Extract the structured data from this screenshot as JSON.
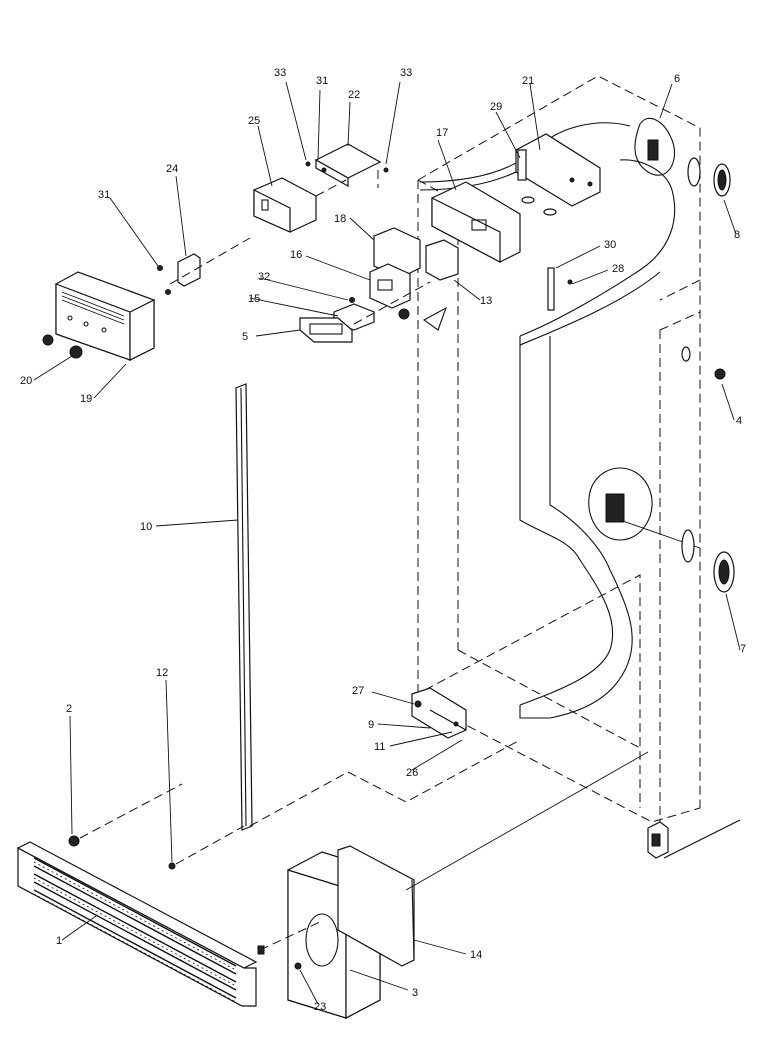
{
  "callouts": [
    {
      "id": "c1",
      "label": "1"
    },
    {
      "id": "c2",
      "label": "2"
    },
    {
      "id": "c3",
      "label": "3"
    },
    {
      "id": "c4",
      "label": "4"
    },
    {
      "id": "c5",
      "label": "5"
    },
    {
      "id": "c6",
      "label": "6"
    },
    {
      "id": "c7",
      "label": "7"
    },
    {
      "id": "c8",
      "label": "8"
    },
    {
      "id": "c9",
      "label": "9"
    },
    {
      "id": "c10",
      "label": "10"
    },
    {
      "id": "c11",
      "label": "11"
    },
    {
      "id": "c12",
      "label": "12"
    },
    {
      "id": "c13",
      "label": "13"
    },
    {
      "id": "c14",
      "label": "14"
    },
    {
      "id": "c15",
      "label": "15"
    },
    {
      "id": "c16",
      "label": "16"
    },
    {
      "id": "c17",
      "label": "17"
    },
    {
      "id": "c18",
      "label": "18"
    },
    {
      "id": "c19",
      "label": "19"
    },
    {
      "id": "c20",
      "label": "20"
    },
    {
      "id": "c21",
      "label": "21"
    },
    {
      "id": "c22",
      "label": "22"
    },
    {
      "id": "c23",
      "label": "23"
    },
    {
      "id": "c24",
      "label": "24"
    },
    {
      "id": "c25",
      "label": "25"
    },
    {
      "id": "c26",
      "label": "26"
    },
    {
      "id": "c27",
      "label": "27"
    },
    {
      "id": "c28",
      "label": "28"
    },
    {
      "id": "c29",
      "label": "29"
    },
    {
      "id": "c30",
      "label": "30"
    },
    {
      "id": "c31a",
      "label": "31"
    },
    {
      "id": "c31b",
      "label": "31"
    },
    {
      "id": "c32",
      "label": "32"
    },
    {
      "id": "c33a",
      "label": "33"
    },
    {
      "id": "c33b",
      "label": "33"
    }
  ]
}
